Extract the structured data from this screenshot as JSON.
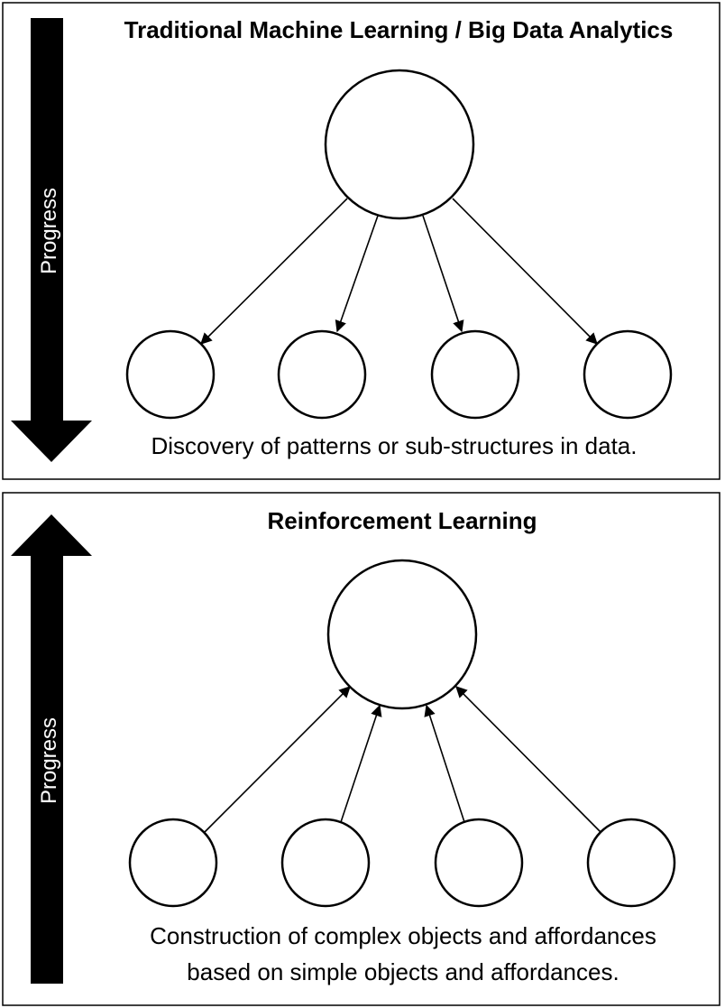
{
  "top_panel": {
    "title": "Traditional Machine Learning / Big Data Analytics",
    "arrow_label": "Progress",
    "caption": "Discovery of patterns or sub-structures in data."
  },
  "bottom_panel": {
    "title": "Reinforcement Learning",
    "arrow_label": "Progress",
    "caption_line1": "Construction of complex objects and affordances",
    "caption_line2": "based on simple objects and affordances."
  }
}
